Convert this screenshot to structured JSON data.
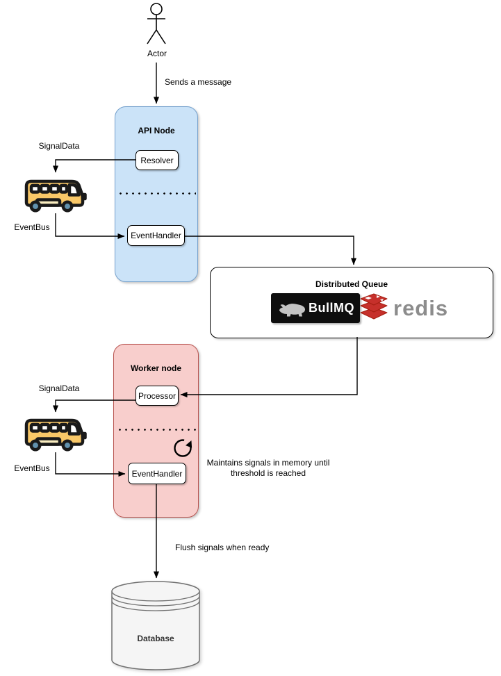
{
  "actor": {
    "label": "Actor"
  },
  "labels": {
    "sends_message": "Sends a message",
    "flush": "Flush signals when ready",
    "note": "Maintains signals in memory until threshold is reached"
  },
  "api_node": {
    "title": "API Node",
    "resolver_label": "Resolver",
    "event_handler_label": "EventHandler",
    "signal_label": "SignalData",
    "bus_label": "EventBus"
  },
  "worker_node": {
    "title": "Worker node",
    "processor_label": "Processor",
    "event_handler_label": "EventHandler",
    "signal_label": "SignalData",
    "bus_label": "EventBus"
  },
  "queue": {
    "title": "Distributed Queue",
    "bullmq_label": "BullMQ",
    "redis_label": "redis"
  },
  "database": {
    "label": "Database"
  },
  "colors": {
    "api_fill": "#cbe3f8",
    "api_stroke": "#74a0cc",
    "worker_fill": "#f8cecc",
    "worker_stroke": "#b85450",
    "bus_body": "#f9c868",
    "bus_stripe": "#f9edc0",
    "bus_wheel": "#6292ae",
    "bullmq_bg": "#0e0e0e",
    "redis_red": "#c6302b",
    "redis_dark": "#a41e11",
    "redis_text": "#8c8c8c"
  }
}
